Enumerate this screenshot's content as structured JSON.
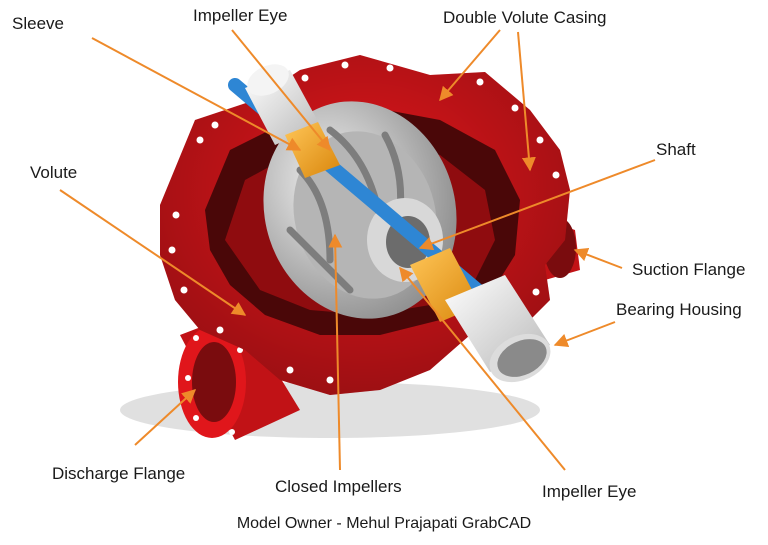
{
  "labels": {
    "sleeve": "Sleeve",
    "impeller_eye_top": "Impeller Eye",
    "double_volute_casing": "Double Volute Casing",
    "shaft": "Shaft",
    "volute": "Volute",
    "suction_flange": "Suction Flange",
    "bearing_housing": "Bearing Housing",
    "discharge_flange": "Discharge Flange",
    "closed_impellers": "Closed Impellers",
    "impeller_eye_bottom": "Impeller Eye"
  },
  "credit": "Model Owner - Mehul Prajapati GrabCAD",
  "colors": {
    "casing": "#e0161b",
    "casing_dark": "#a80d10",
    "casing_shadow": "#6a1010",
    "impeller": "#c9c9c9",
    "sleeve": "#f5a623",
    "shaft": "#2e86d4",
    "bearing": "#e9e9e9",
    "leader": "#ee8a2a"
  }
}
